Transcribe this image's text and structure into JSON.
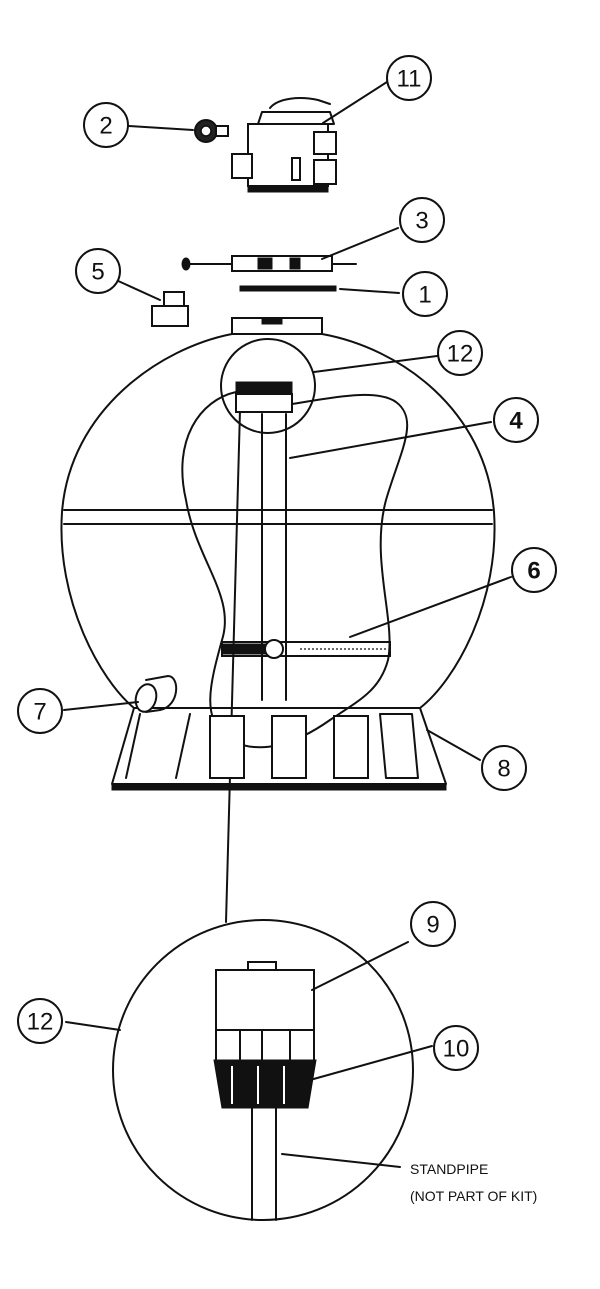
{
  "callouts": [
    {
      "id": "c1",
      "label": "1"
    },
    {
      "id": "c2",
      "label": "2"
    },
    {
      "id": "c3",
      "label": "3"
    },
    {
      "id": "c4",
      "label": "4"
    },
    {
      "id": "c5",
      "label": "5"
    },
    {
      "id": "c6",
      "label": "6"
    },
    {
      "id": "c7",
      "label": "7"
    },
    {
      "id": "c8",
      "label": "8"
    },
    {
      "id": "c9",
      "label": "9"
    },
    {
      "id": "c10",
      "label": "10"
    },
    {
      "id": "c11",
      "label": "11"
    },
    {
      "id": "c12a",
      "label": "12"
    },
    {
      "id": "c12b",
      "label": "12"
    }
  ],
  "standpipe_note": {
    "line1": "STANDPIPE",
    "line2": "(NOT PART OF KIT)"
  },
  "colors": {
    "ink": "#111111",
    "paper": "#ffffff"
  }
}
